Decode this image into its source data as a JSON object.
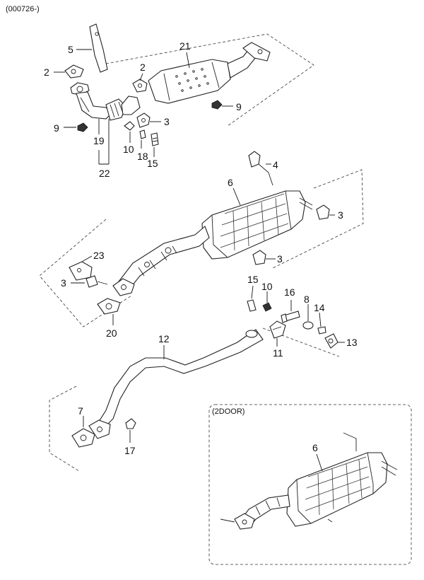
{
  "header": {
    "code": "(000726-)"
  },
  "inset": {
    "title": "(2DOOR)"
  },
  "callouts": {
    "c1": "5",
    "c2": "2",
    "c3": "2",
    "c4": "21",
    "c5": "9",
    "c6": "9",
    "c7": "19",
    "c8": "22",
    "c9": "10",
    "c10": "18",
    "c11": "3",
    "c12": "15",
    "c13": "4",
    "c14": "6",
    "c15": "3",
    "c16": "3",
    "c17": "23",
    "c18": "3",
    "c19": "20",
    "c20": "15",
    "c21": "10",
    "c22": "16",
    "c23": "8",
    "c24": "14",
    "c25": "13",
    "c26": "11",
    "c27": "12",
    "c28": "7",
    "c29": "17",
    "c30": "6"
  }
}
